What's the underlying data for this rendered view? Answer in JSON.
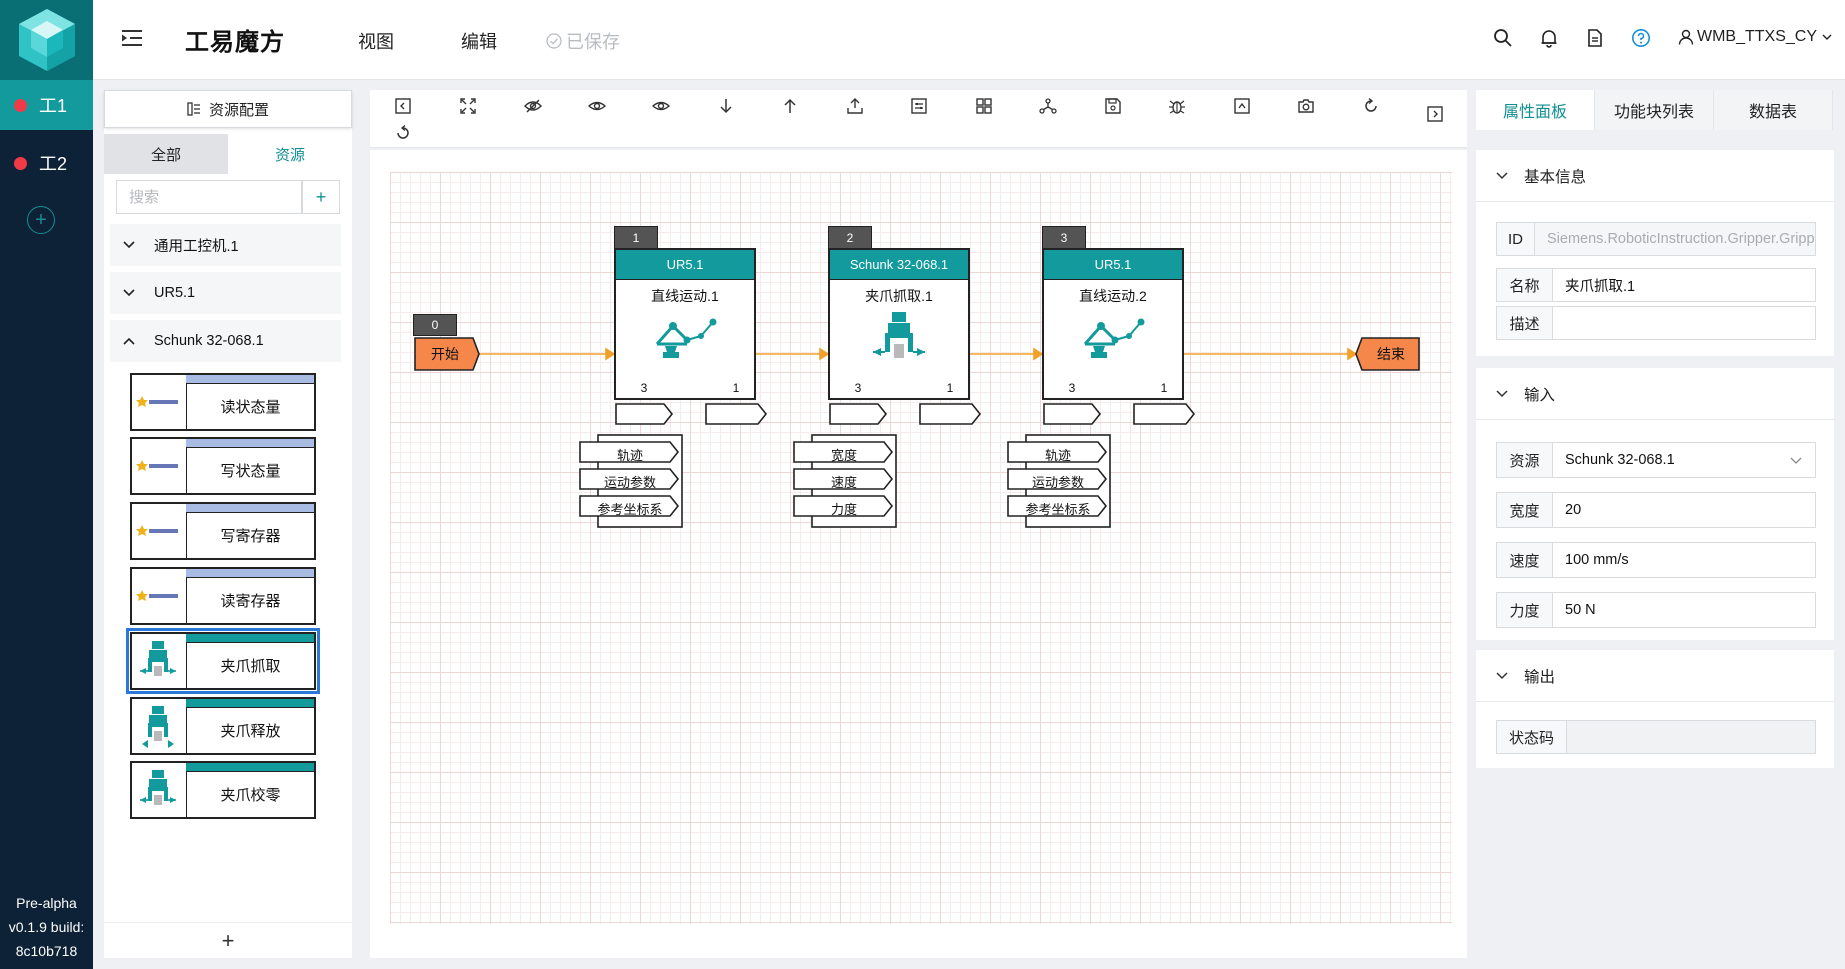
{
  "rail": {
    "tabs": [
      {
        "label": "工1",
        "active": true
      },
      {
        "label": "工2",
        "active": false
      }
    ],
    "add_label": "+",
    "version_lines": [
      "Pre-alpha",
      "v0.1.9 build:",
      "8c10b718"
    ]
  },
  "header": {
    "title": "工易魔方",
    "menu": [
      "视图",
      "编辑"
    ],
    "saved_status": "已保存",
    "user": "WMB_TTXS_CY",
    "icons": [
      "search-icon",
      "bell-icon",
      "document-icon",
      "help-icon",
      "user-icon"
    ]
  },
  "resource_panel": {
    "title": "资源配置",
    "tabs": [
      "全部",
      "资源"
    ],
    "active_tab": "资源",
    "search_placeholder": "搜索",
    "search_add": "+",
    "tree": [
      {
        "label": "通用工控机.1",
        "expanded": false
      },
      {
        "label": "UR5.1",
        "expanded": false
      },
      {
        "label": "Schunk 32-068.1",
        "expanded": true
      }
    ],
    "items": [
      {
        "label": "读状态量",
        "bar": "blue",
        "thumb": "modbus-logo-icon"
      },
      {
        "label": "写状态量",
        "bar": "blue",
        "thumb": "modbus-logo-icon"
      },
      {
        "label": "写寄存器",
        "bar": "blue",
        "thumb": "modbus-logo-icon"
      },
      {
        "label": "读寄存器",
        "bar": "blue",
        "thumb": "modbus-logo-icon"
      },
      {
        "label": "夹爪抓取",
        "bar": "teal",
        "thumb": "gripper-grab-icon",
        "selected": true
      },
      {
        "label": "夹爪释放",
        "bar": "teal",
        "thumb": "gripper-release-icon"
      },
      {
        "label": "夹爪校零",
        "bar": "teal",
        "thumb": "gripper-zero-icon"
      }
    ],
    "footer_add": "+"
  },
  "toolbar": {
    "icons": [
      "collapse-left-icon",
      "fit-screen-icon",
      "hide-icon",
      "show-icon",
      "show-all-icon",
      "arrow-down-icon",
      "arrow-up-icon",
      "export-icon",
      "settings-sliders-icon",
      "layout-icon",
      "network-icon",
      "save-icon",
      "debug-bug-icon",
      "collapse-up-icon",
      "camera-icon",
      "redo-icon",
      "undo-icon",
      "expand-right-icon"
    ]
  },
  "flow": {
    "start": {
      "index": "0",
      "label": "开始"
    },
    "end": {
      "label": "结束"
    },
    "blocks": [
      {
        "index": "1",
        "resource": "UR5.1",
        "name": "直线运动.1",
        "icon": "robot-arm-icon",
        "in_port": "3",
        "out_port": "1",
        "params": [
          "轨迹",
          "运动参数",
          "参考坐标系"
        ]
      },
      {
        "index": "2",
        "resource": "Schunk 32-068.1",
        "name": "夹爪抓取.1",
        "icon": "gripper-grab-icon",
        "in_port": "3",
        "out_port": "1",
        "params": [
          "宽度",
          "速度",
          "力度"
        ]
      },
      {
        "index": "3",
        "resource": "UR5.1",
        "name": "直线运动.2",
        "icon": "robot-arm-icon",
        "in_port": "3",
        "out_port": "1",
        "params": [
          "轨迹",
          "运动参数",
          "参考坐标系"
        ]
      }
    ],
    "colors": {
      "teal": "#129a9c",
      "terminal": "#f5874a",
      "arrow": "#f0a12a"
    }
  },
  "properties": {
    "tabs": [
      "属性面板",
      "功能块列表",
      "数据表"
    ],
    "active_tab": "属性面板",
    "basic": {
      "title": "基本信息",
      "id_label": "ID",
      "id_value": "Siemens.RoboticInstruction.Gripper.GripperG",
      "name_label": "名称",
      "name_value": "夹爪抓取.1",
      "desc_label": "描述",
      "desc_value": ""
    },
    "input": {
      "title": "输入",
      "resource_label": "资源",
      "resource_value": "Schunk 32-068.1",
      "width_label": "宽度",
      "width_value": "20",
      "speed_label": "速度",
      "speed_value": "100 mm/s",
      "force_label": "力度",
      "force_value": "50 N"
    },
    "output": {
      "title": "输出",
      "status_label": "状态码",
      "status_value": ""
    }
  }
}
